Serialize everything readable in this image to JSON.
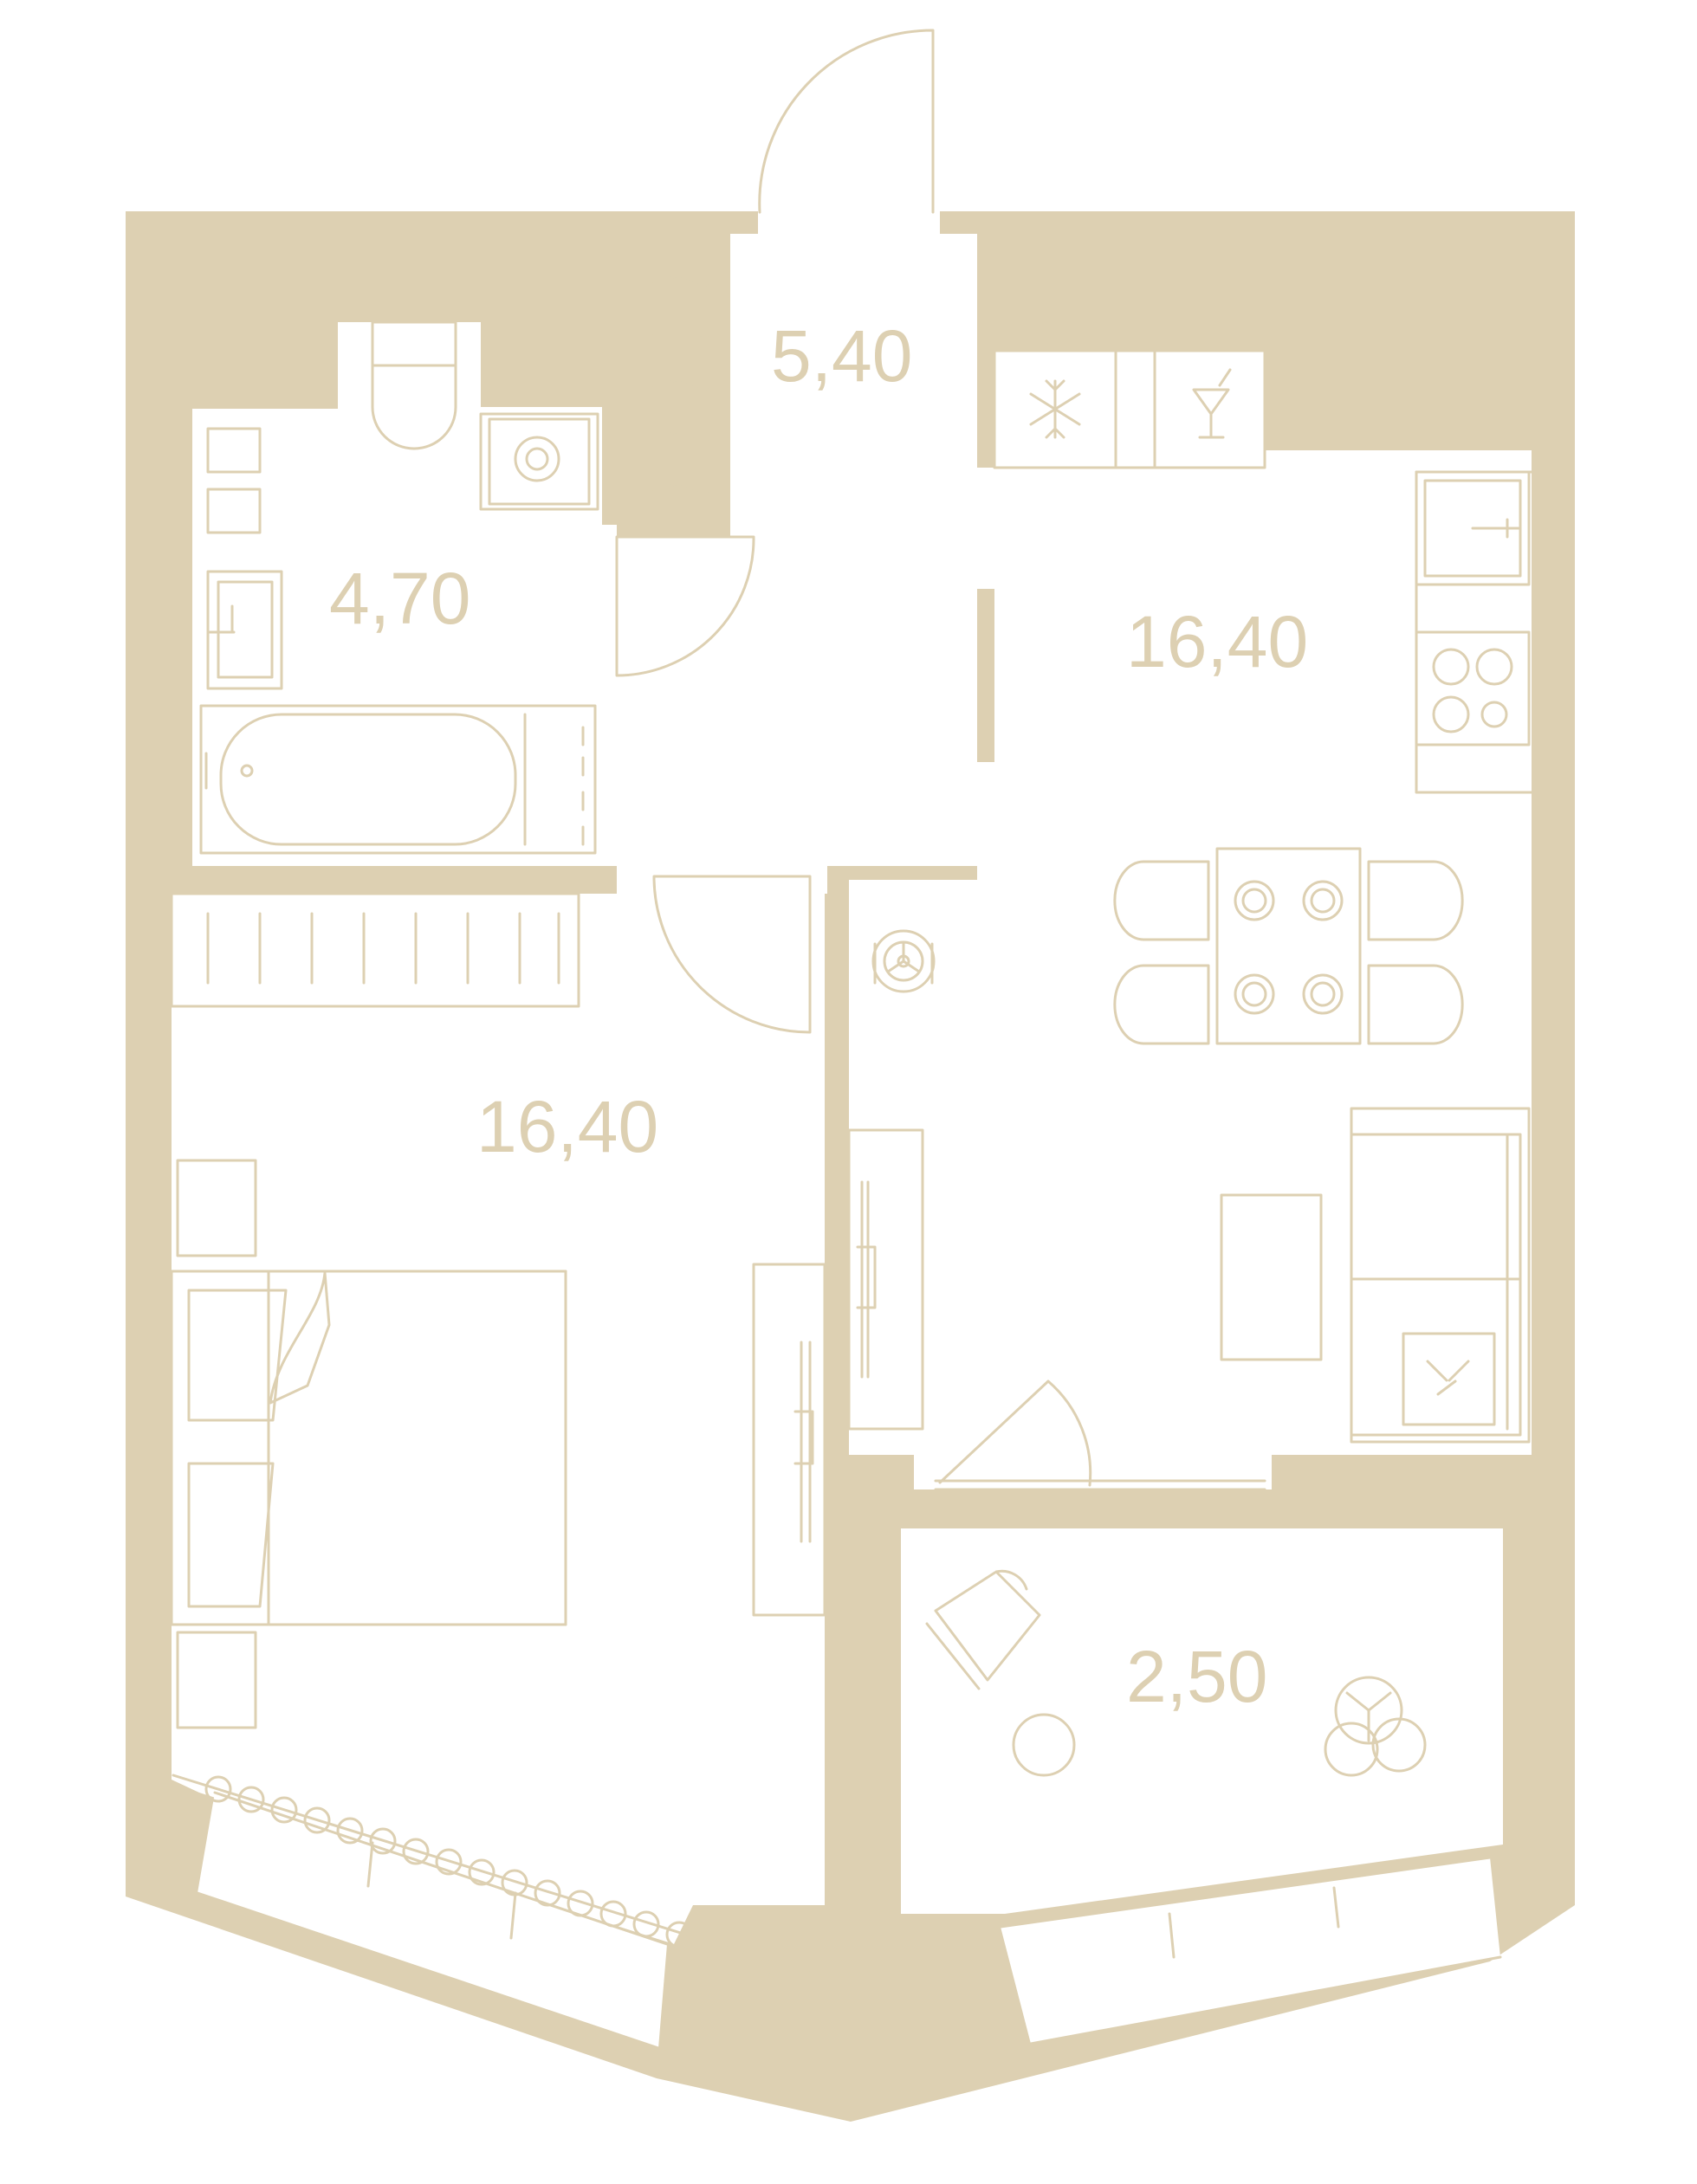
{
  "colors": {
    "wall": "#ddd0b2",
    "background": "#ffffff"
  },
  "rooms": {
    "hallway": {
      "area": "5,40"
    },
    "bathroom": {
      "area": "4,70"
    },
    "kitchen": {
      "area": "16,40"
    },
    "bedroom": {
      "area": "16,40"
    },
    "balcony": {
      "area": "2,50"
    }
  },
  "icons": [
    "wardrobe-icon",
    "toilet-icon",
    "washing-machine-icon",
    "sink-icon",
    "bathtub-icon",
    "fridge-icon",
    "wine-cabinet-icon",
    "stove-icon",
    "dining-table-icon",
    "ventilation-icon",
    "tv-stand-icon",
    "sofa-icon",
    "bed-icon",
    "nightstand-icon",
    "curtain-icon",
    "lounge-chair-icon",
    "side-table-icon",
    "plant-icon",
    "door-icon"
  ]
}
